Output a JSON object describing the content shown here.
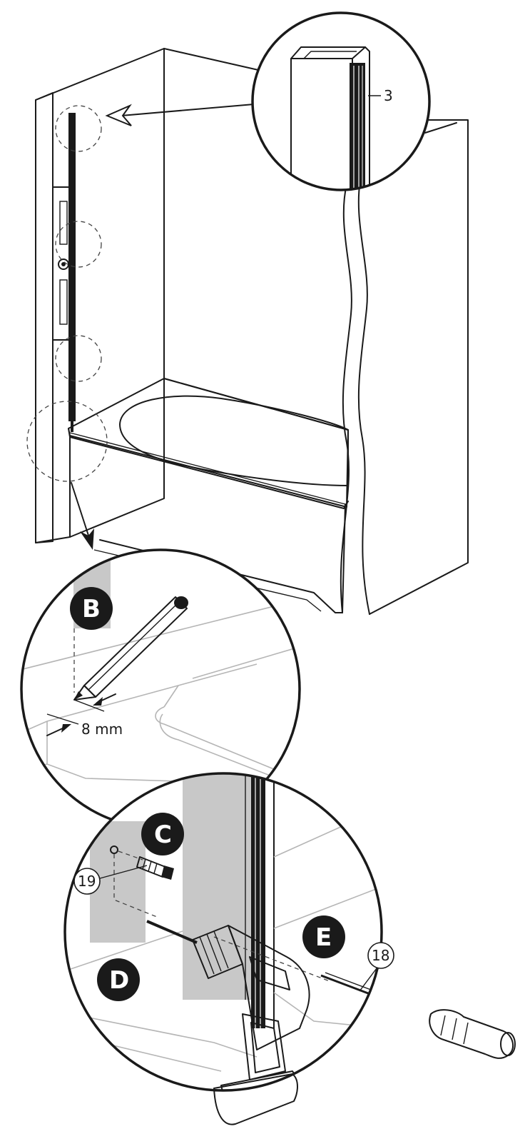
{
  "callouts": {
    "profile_part": "3",
    "measure": "8 mm",
    "wall_plug": "19",
    "screw": "18"
  },
  "steps": {
    "b": "B",
    "c": "C",
    "d": "D",
    "e": "E"
  },
  "colors": {
    "line": "#1a1a1a",
    "badge": "#1a1a1a",
    "profile_shade": "#c8c8c8",
    "guide_line": "#b5b5b5"
  },
  "icons": [
    "pencil-icon",
    "drill-icon",
    "screwdriver-icon",
    "screw-icon",
    "wall-plug-icon"
  ]
}
